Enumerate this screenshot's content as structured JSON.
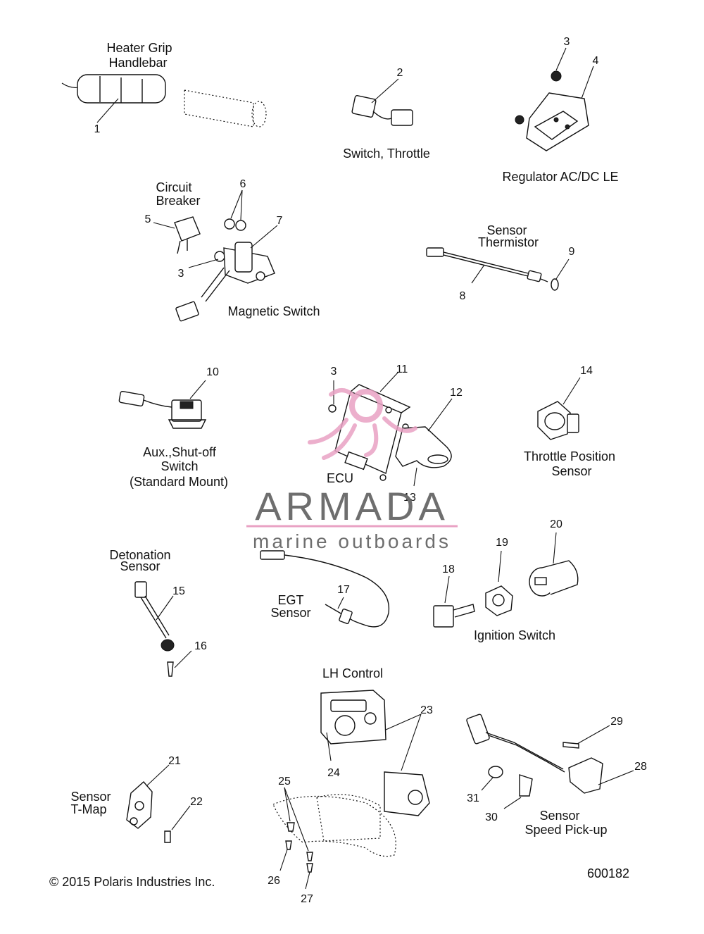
{
  "labels": {
    "heater_grip": [
      "Heater Grip",
      "Handlebar"
    ],
    "switch_throttle": "Switch, Throttle",
    "regulator": "Regulator AC/DC LE",
    "circuit_breaker": [
      "Circuit",
      "Breaker"
    ],
    "magnetic_switch": "Magnetic Switch",
    "sensor_thermistor": [
      "Sensor",
      "Thermistor"
    ],
    "aux_switch": [
      "Aux.,Shut-off",
      "Switch",
      "(Standard Mount)"
    ],
    "ecu": "ECU",
    "throttle_position_sensor": [
      "Throttle Position",
      "Sensor"
    ],
    "detonation_sensor": [
      "Detonation",
      "Sensor"
    ],
    "egt_sensor": [
      "EGT",
      "Sensor"
    ],
    "ignition_switch": "Ignition Switch",
    "lh_control": "LH Control",
    "sensor_tmap": [
      "Sensor",
      "T-Map"
    ],
    "sensor_speed": [
      "Sensor",
      "Speed Pick-up"
    ]
  },
  "callouts": {
    "n1": "1",
    "n2": "2",
    "n3a": "3",
    "n4": "4",
    "n5": "5",
    "n6": "6",
    "n7": "7",
    "n3b": "3",
    "n8": "8",
    "n9": "9",
    "n10": "10",
    "n3c": "3",
    "n11": "11",
    "n12": "12",
    "n13": "13",
    "n14": "14",
    "n15": "15",
    "n16": "16",
    "n17": "17",
    "n18": "18",
    "n19": "19",
    "n20": "20",
    "n21": "21",
    "n22": "22",
    "n23": "23",
    "n24": "24",
    "n25": "25",
    "n26": "26",
    "n27": "27",
    "n28": "28",
    "n29": "29",
    "n30": "30",
    "n31": "31"
  },
  "watermark": {
    "brand": "ARMADA",
    "tagline": "marine outboards",
    "color": "#e9a2c4"
  },
  "footer": {
    "copyright": "© 2015 Polaris Industries Inc.",
    "diagram_number": "600182"
  }
}
